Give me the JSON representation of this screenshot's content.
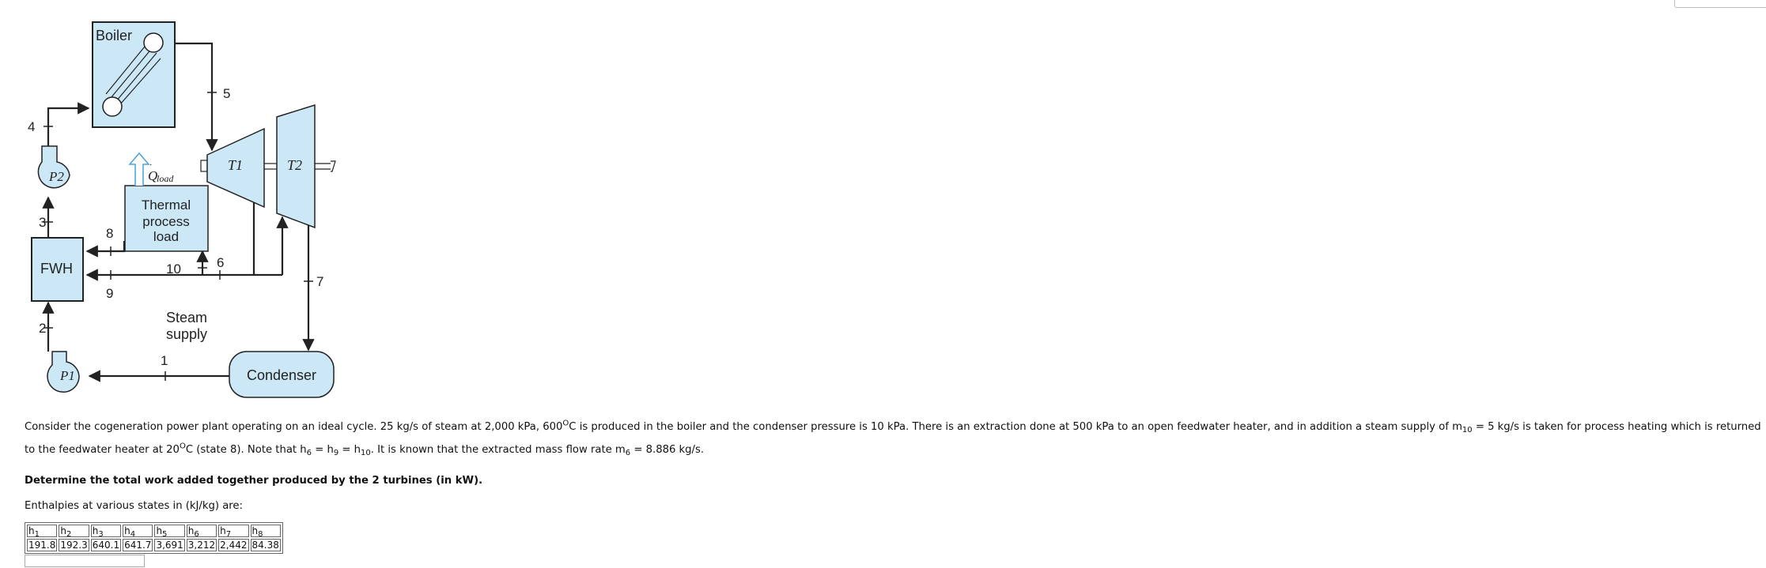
{
  "diagram": {
    "boiler_label": "Boiler",
    "turbine1_label": "T1",
    "turbine2_label": "T2",
    "pump1_label": "P1",
    "pump2_label": "P2",
    "fwh_label": "FWH",
    "condenser_label": "Condenser",
    "process_line1": "Thermal",
    "process_line2": "process",
    "process_line3": "load",
    "q_load_symbol": "Q",
    "q_load_subscript": "load",
    "steam_supply_line1": "Steam",
    "steam_supply_line2": "supply",
    "state_labels": {
      "s1": "1",
      "s2": "2",
      "s3": "3",
      "s4": "4",
      "s5": "5",
      "s6": "6",
      "s7": "7",
      "s8": "8",
      "s9": "9",
      "s10": "10"
    },
    "colors": {
      "equipment_fill": "#cce8f7",
      "heat_arrow": "#4aa3d6",
      "line": "#222222"
    }
  },
  "problem": {
    "text_a": "Consider the cogeneration power plant operating on an ideal cycle. 25 kg/s of steam at 2,000 kPa, 600",
    "sup_deg": "O",
    "text_b": "C is produced in the boiler and the condenser pressure is 10 kPa. There is an extraction done at 500 kPa to an open feedwater heater, and in addition a steam supply of m",
    "sub_10": "10",
    "text_c": " = 5 kg/s is taken for process heating which is returned to the feedwater heater at 20",
    "sup_deg2": "O",
    "text_d": "C (state 8). Note that h",
    "sub_6": "6",
    "text_e": " = h",
    "sub_9": "9",
    "text_f": " = h",
    "sub_10b": "10",
    "text_g": ". It is known that the extracted mass flow rate m",
    "sub_6b": "6",
    "text_h": " = 8.886 kg/s.",
    "question": "Determine the total work added together produced by the 2 turbines (in kW).",
    "enthalpy_intro": "Enthalpies at various states in (kJ/kg) are:"
  },
  "enthalpy_table": {
    "headers": [
      {
        "h": "h",
        "sub": "1"
      },
      {
        "h": "h",
        "sub": "2"
      },
      {
        "h": "h",
        "sub": "3"
      },
      {
        "h": "h",
        "sub": "4"
      },
      {
        "h": "h",
        "sub": "5"
      },
      {
        "h": "h",
        "sub": "6"
      },
      {
        "h": "h",
        "sub": "7"
      },
      {
        "h": "h",
        "sub": "8"
      }
    ],
    "values": [
      "191.8",
      "192.3",
      "640.1",
      "641.7",
      "3,691",
      "3,212",
      "2,442",
      "84.38"
    ]
  }
}
